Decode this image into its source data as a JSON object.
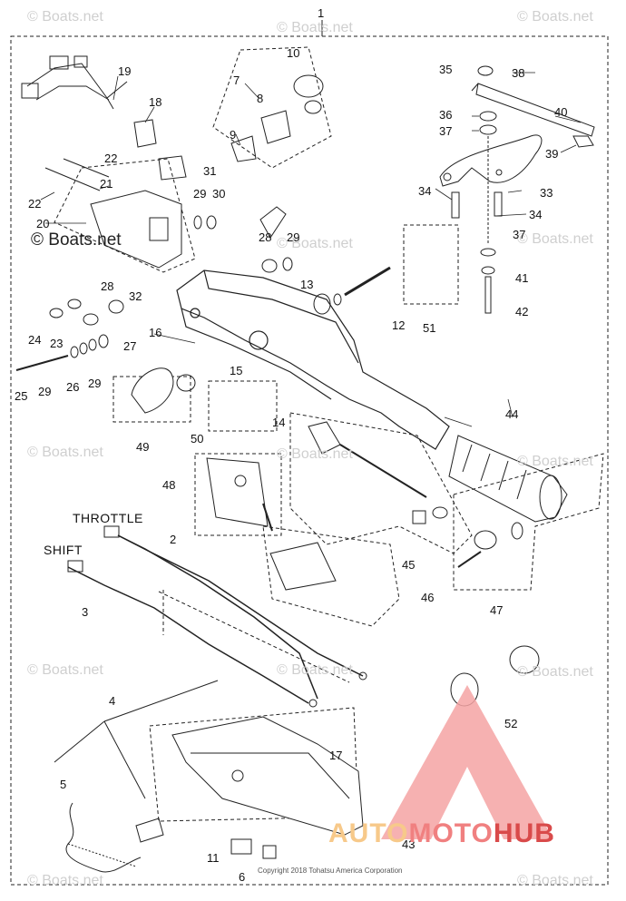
{
  "diagram": {
    "labels": {
      "throttle": "THROTTLE",
      "shift": "SHIFT"
    },
    "part_numbers": [
      "1",
      "2",
      "3",
      "4",
      "5",
      "6",
      "7",
      "8",
      "9",
      "10",
      "11",
      "12",
      "13",
      "14",
      "15",
      "16",
      "17",
      "18",
      "19",
      "20",
      "21",
      "22",
      "22",
      "23",
      "24",
      "25",
      "26",
      "27",
      "28",
      "28",
      "29",
      "29",
      "29",
      "29",
      "30",
      "31",
      "32",
      "33",
      "34",
      "34",
      "35",
      "36",
      "37",
      "37",
      "38",
      "39",
      "40",
      "41",
      "42",
      "43",
      "44",
      "45",
      "46",
      "47",
      "48",
      "49",
      "50",
      "51",
      "52"
    ],
    "copyright": "Copyright 2018 Tohatsu America Corporation",
    "watermark": "© Boats.net",
    "watermark_faint": "© Boats.net",
    "brand": {
      "part1": "AUTO",
      "part2": "MOTO",
      "part3": "HUB"
    }
  }
}
